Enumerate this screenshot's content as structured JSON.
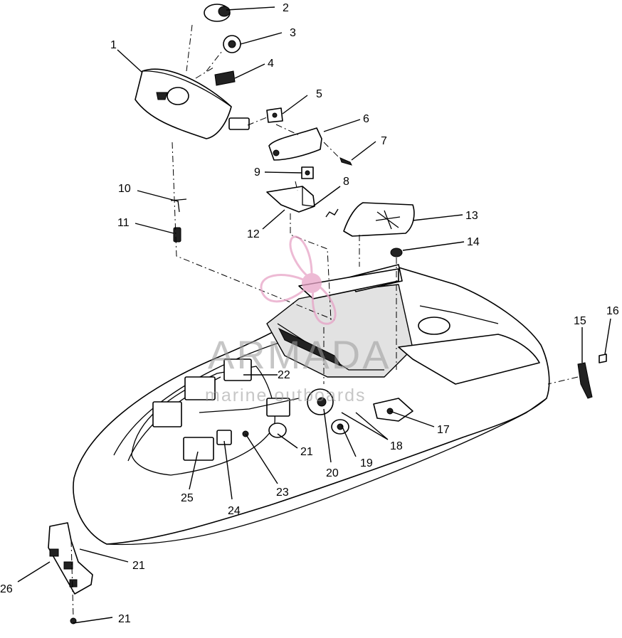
{
  "watermark": {
    "brand": "ARMADA",
    "tagline": "marine outboards",
    "logo_color": "#e7a3c6",
    "text_color": "#9a9a9a"
  },
  "callouts": {
    "c1": "1",
    "c2": "2",
    "c3": "3",
    "c4": "4",
    "c5": "5",
    "c6": "6",
    "c7": "7",
    "c8": "8",
    "c9": "9",
    "c10": "10",
    "c11": "11",
    "c12": "12",
    "c13": "13",
    "c14": "14",
    "c15": "15",
    "c16": "16",
    "c17": "17",
    "c18": "18",
    "c19": "19",
    "c20": "20",
    "c21a": "21",
    "c21b": "21",
    "c21c": "21",
    "c22": "22",
    "c23": "23",
    "c24": "24",
    "c25": "25",
    "c26": "26"
  }
}
